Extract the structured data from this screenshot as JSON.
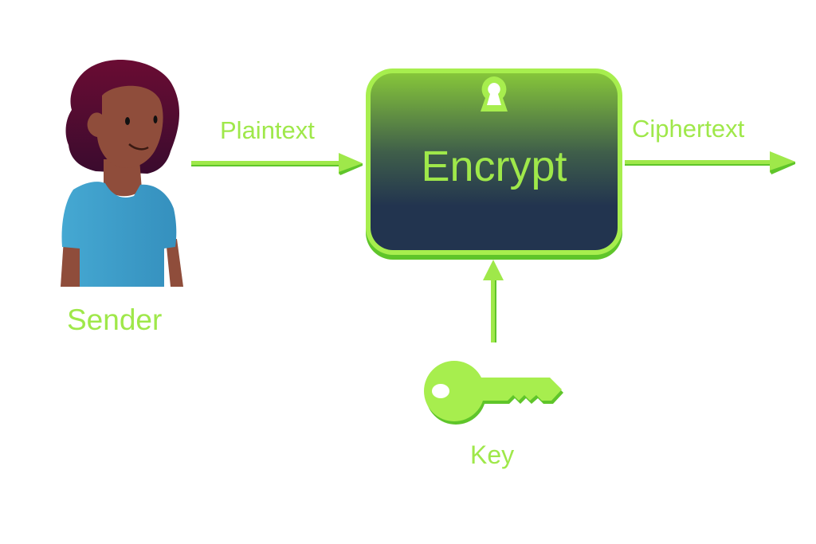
{
  "diagram": {
    "sender": {
      "label": "Sender",
      "icon": "person-icon"
    },
    "encrypt_box": {
      "label": "Encrypt",
      "icon": "keyhole-icon"
    },
    "key": {
      "label": "Key",
      "icon": "key-icon"
    },
    "arrows": {
      "input": {
        "label": "Plaintext"
      },
      "output": {
        "label": "Ciphertext"
      }
    },
    "colors": {
      "accent_green": "#9fe84a",
      "box_top": "#7fbf3a",
      "box_bottom": "#22344f",
      "hair": "#5e0f2f",
      "skin": "#8f4d3b",
      "shirt": "#3aa0cb"
    }
  }
}
